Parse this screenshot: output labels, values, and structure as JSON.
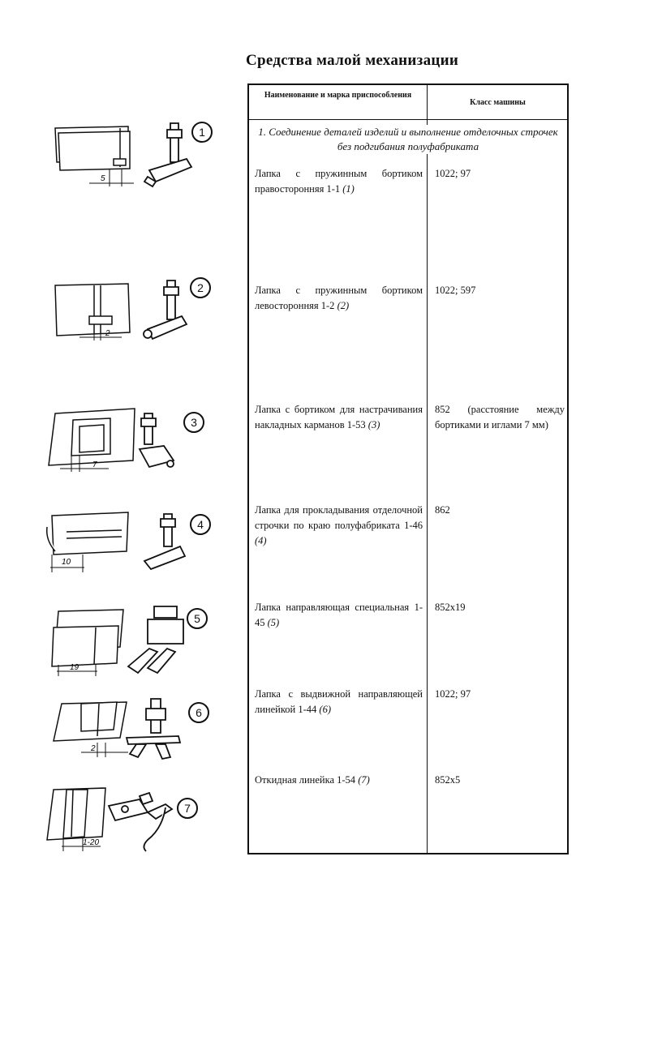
{
  "page_title": "Средства малой механизации",
  "table": {
    "col1_header": "Наименование и марка приспособления",
    "col2_header": "Класс машины",
    "section_title": "1. Соединение деталей изделий и выполнение отделочных строчек без подгибания полуфабриката",
    "rows": [
      {
        "name": "Лапка с пружинным бортиком правосторонняя 1-1",
        "ref": "(1)",
        "machine_class": "1022; 97"
      },
      {
        "name": "Лапка с пружинным бортиком левосторонняя 1-2",
        "ref": "(2)",
        "machine_class": "1022; 597"
      },
      {
        "name": "Лапка с бортиком для настрачивания накладных карманов 1-53",
        "ref": "(3)",
        "machine_class": "852 (расстояние между бортиками и иглами 7 мм)"
      },
      {
        "name": "Лапка для прокладывания отделочной строчки по краю полуфабриката 1-46",
        "ref": "(4)",
        "machine_class": "862"
      },
      {
        "name": "Лапка направляющая специальная 1-45",
        "ref": "(5)",
        "machine_class": "852x19"
      },
      {
        "name": "Лапка с выдвижной направляющей линейкой 1-44",
        "ref": "(6)",
        "machine_class": "1022; 97"
      },
      {
        "name": "Откидная линейка 1-54",
        "ref": "(7)",
        "machine_class": "852x5"
      }
    ]
  },
  "figures": [
    {
      "number": "1",
      "dimension": "5"
    },
    {
      "number": "2",
      "dimension": "2"
    },
    {
      "number": "3",
      "dimension": "7"
    },
    {
      "number": "4",
      "dimension": "10"
    },
    {
      "number": "5",
      "dimension": "19"
    },
    {
      "number": "6",
      "dimension": "2"
    },
    {
      "number": "7",
      "dimension": "1-20"
    }
  ]
}
